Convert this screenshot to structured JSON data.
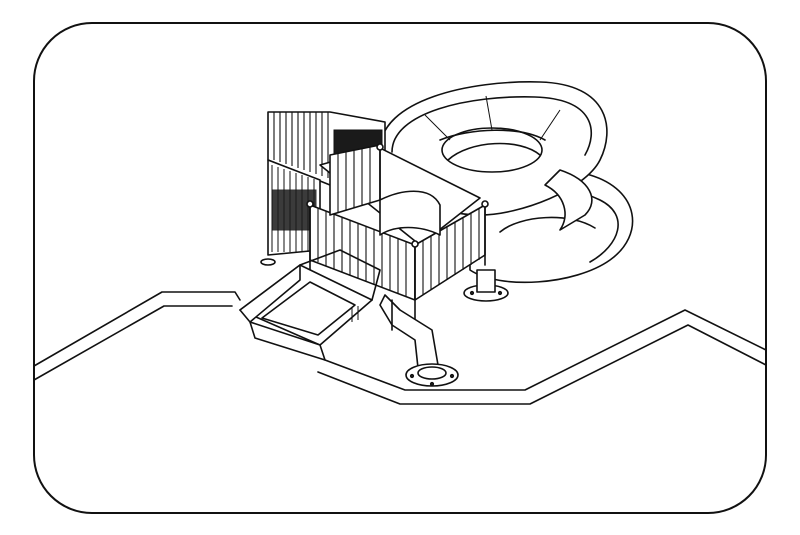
{
  "figure": {
    "subject": "water-slide-tower-isometric-line-drawing",
    "colors": {
      "line": "#111111",
      "background": "#ffffff"
    },
    "components": [
      "frame-border",
      "pool-deck-outline",
      "tower-platform",
      "stair-tower",
      "spiral-flume",
      "straight-flume",
      "support-column"
    ]
  }
}
